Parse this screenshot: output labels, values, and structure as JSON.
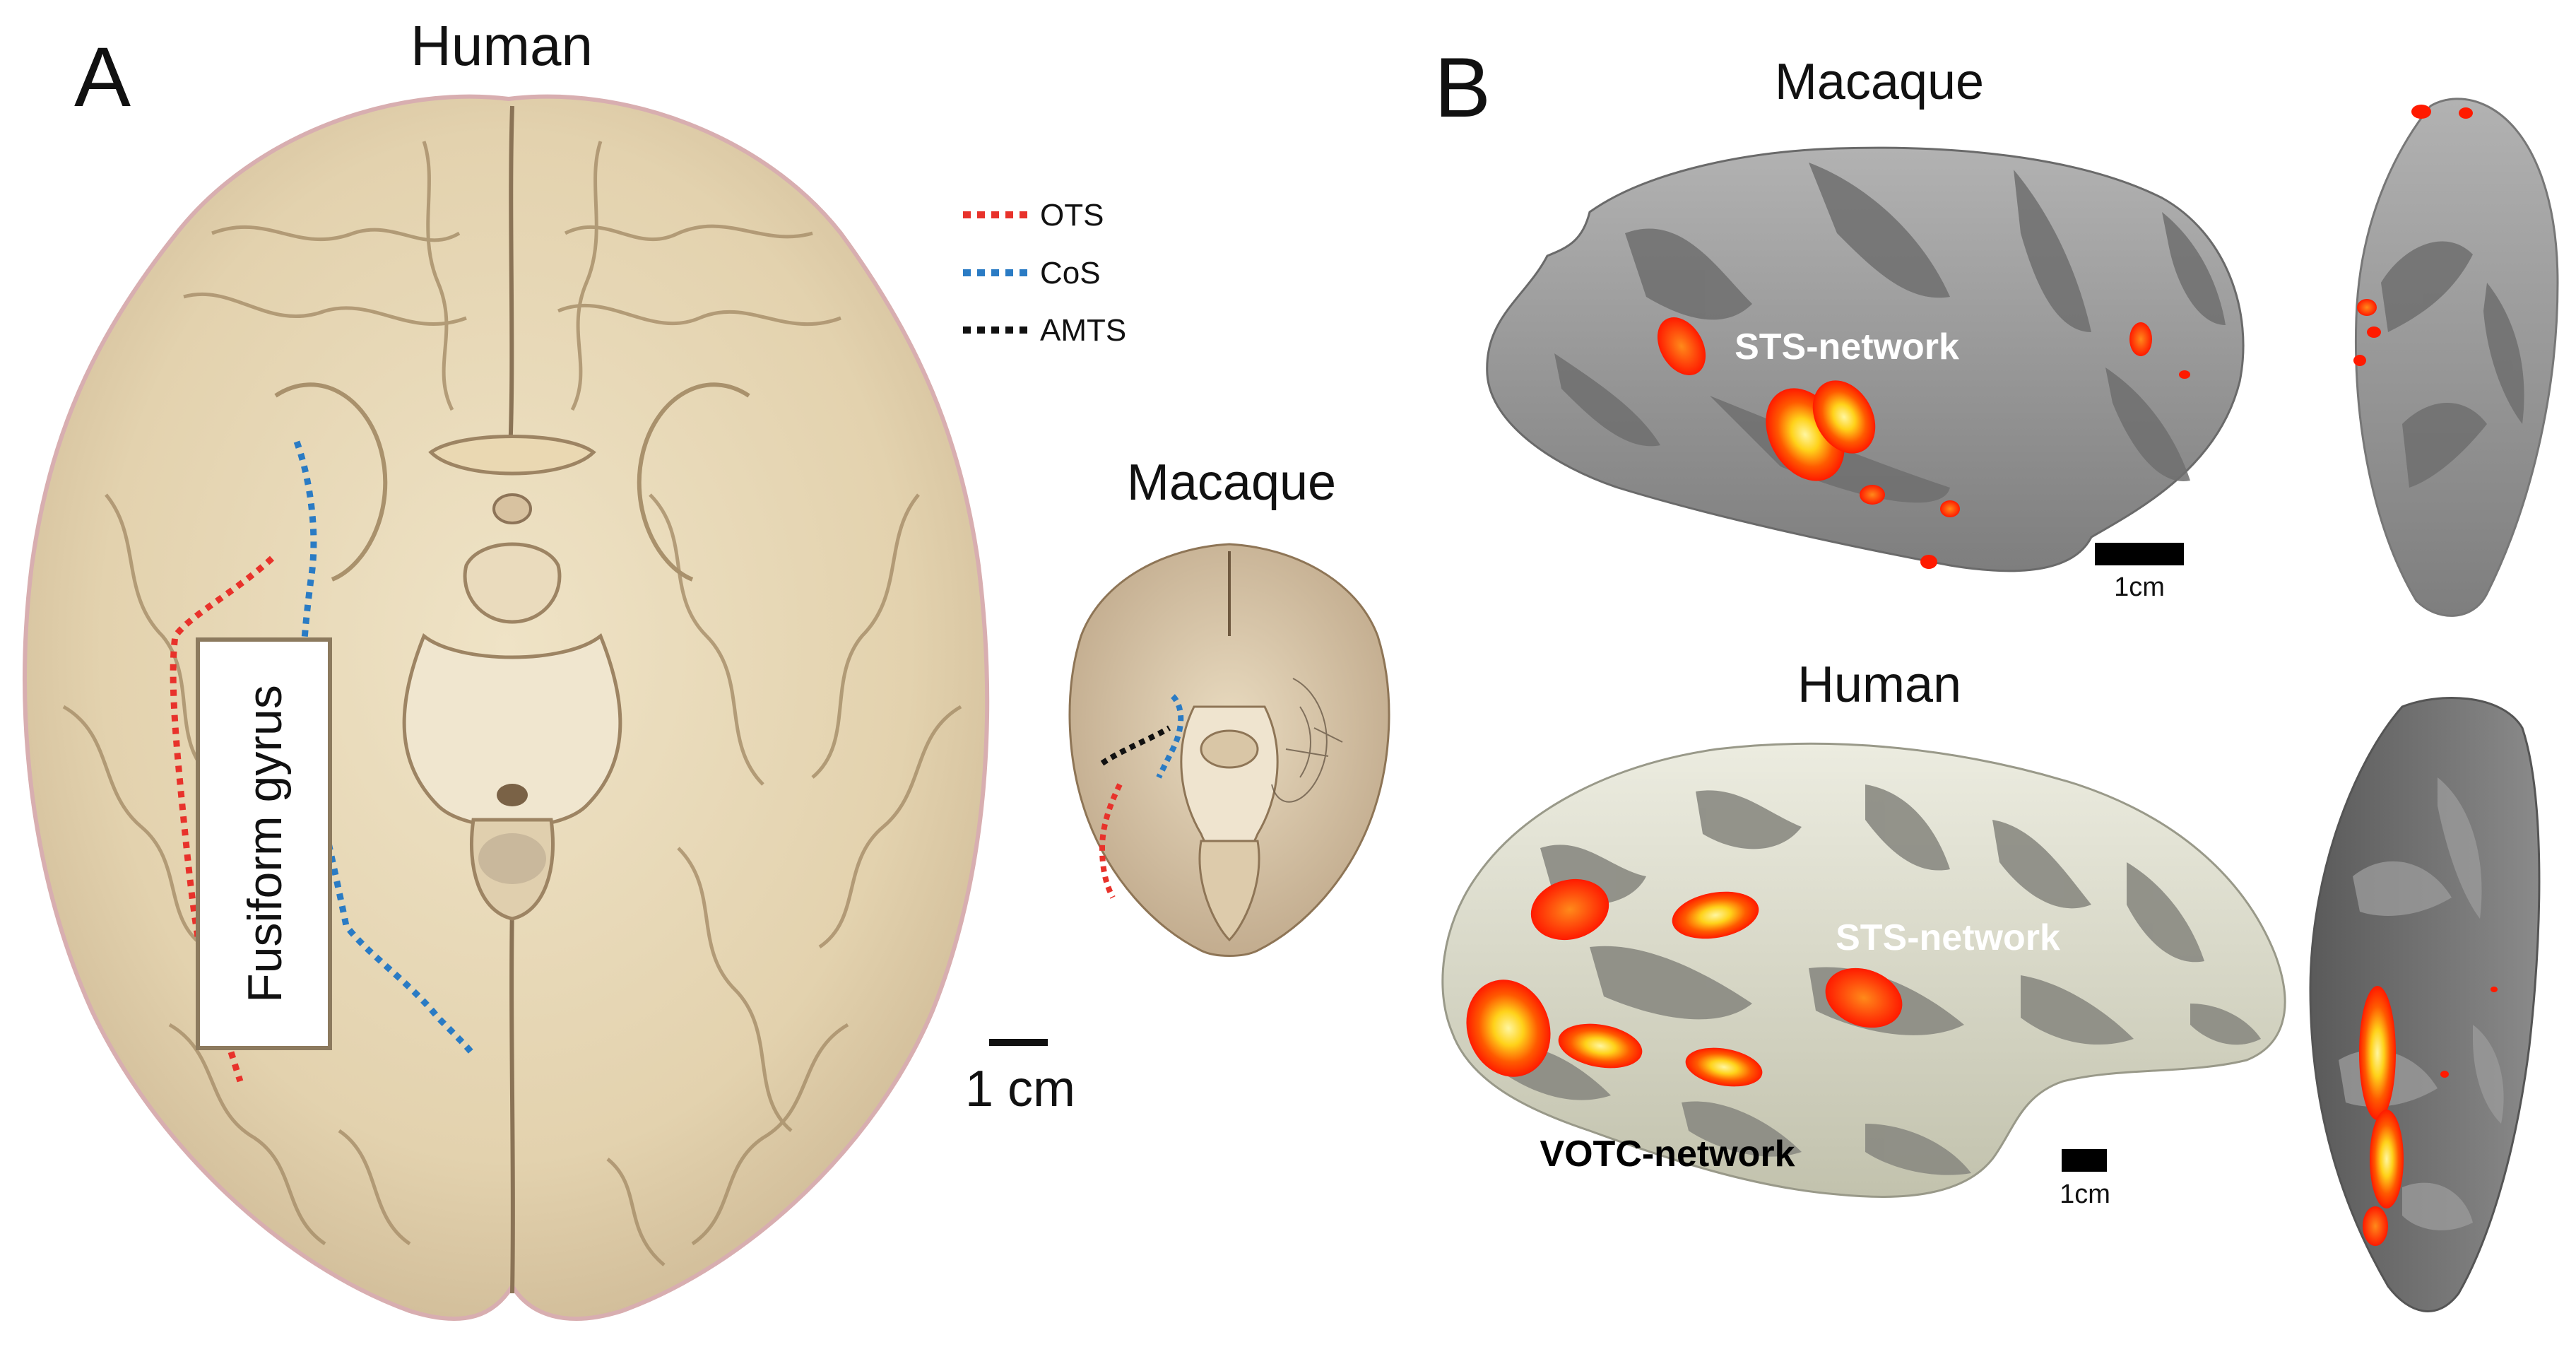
{
  "panel_a": {
    "letter": "A",
    "human_title": "Human",
    "macaque_title": "Macaque",
    "region_box_label": "Fusiform gyrus",
    "scale_bar_label": "1 cm",
    "legend": [
      {
        "name": "OTS",
        "color": "#e8322b"
      },
      {
        "name": "CoS",
        "color": "#2a7bc4"
      },
      {
        "name": "AMTS",
        "color": "#111111"
      }
    ]
  },
  "panel_b": {
    "letter": "B",
    "macaque_title": "Macaque",
    "human_title": "Human",
    "macaque_network_label": "STS-network",
    "human_sts_label": "STS-network",
    "human_votc_label": "VOTC-network",
    "macaque_scale_label": "1cm",
    "human_scale_label": "1cm"
  },
  "colors": {
    "brain_tissue": "#e6d7b6",
    "inflated_gray_light": "#9a9a9a",
    "inflated_gray_dark": "#6c6c6c",
    "human_surface_light": "#dcdcc6",
    "human_surface_dark": "#8a8a82",
    "activation_red": "#ff1a00",
    "activation_yellow": "#ffee33"
  }
}
